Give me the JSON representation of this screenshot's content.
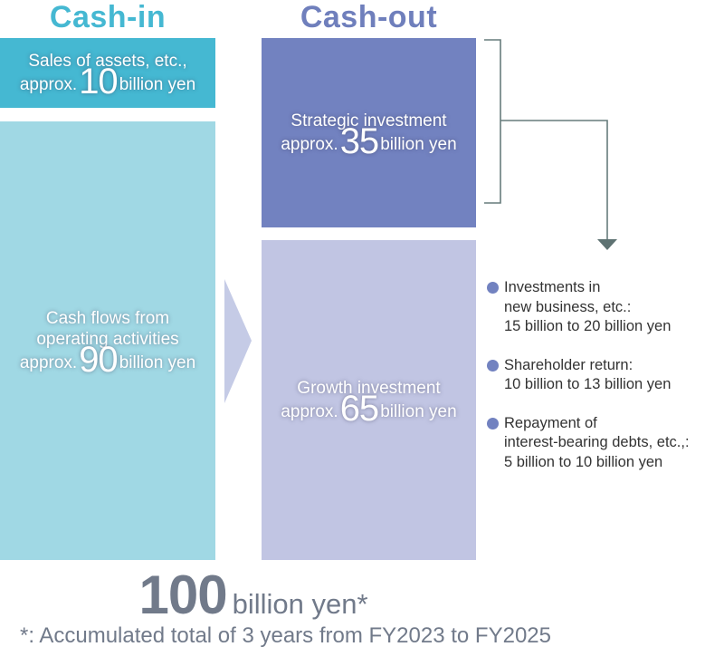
{
  "colors": {
    "cash_in_heading": "#45b8d2",
    "cash_out_heading": "#6f7fbc",
    "sales_box": "#45b8d2",
    "operating_box": "#a0d8e4",
    "strategic_box": "#7282c0",
    "growth_box": "#c1c5e3",
    "flow_arrow": "#c5cbe6",
    "bracket": "#677c7c",
    "bullet_dot": "#7282c0",
    "total_text": "#717a8a"
  },
  "cash_in": {
    "heading": "Cash-in",
    "sales": {
      "line1": "Sales of assets, etc.,",
      "prefix": "approx.",
      "amount": "10",
      "unit": "billion yen"
    },
    "operating": {
      "line1": "Cash flows from",
      "line2": "operating activities",
      "prefix": "approx.",
      "amount": "90",
      "unit": "billion yen"
    }
  },
  "cash_out": {
    "heading": "Cash-out",
    "strategic": {
      "line1": "Strategic investment",
      "prefix": "approx.",
      "amount": "35",
      "unit": "billion yen"
    },
    "growth": {
      "line1": "Growth investment",
      "prefix": "approx.",
      "amount": "65",
      "unit": "billion yen"
    }
  },
  "strategic_breakdown": [
    {
      "lines": [
        "Investments in",
        "new business, etc.:",
        "15 billion to 20 billion yen"
      ]
    },
    {
      "lines": [
        "Shareholder return:",
        "10 billion to 13 billion yen"
      ]
    },
    {
      "lines": [
        "Repayment of",
        "interest-bearing debts, etc.,:",
        "5 billion to 10 billion yen"
      ]
    }
  ],
  "total": {
    "amount": "100",
    "unit": "billion yen*"
  },
  "footnote": "*: Accumulated total of 3 years from FY2023 to FY2025"
}
